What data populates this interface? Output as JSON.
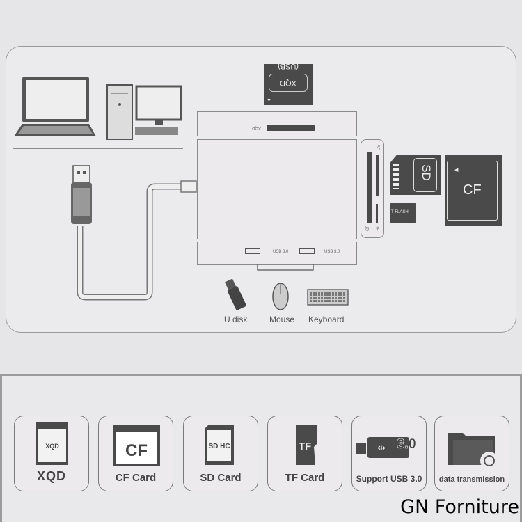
{
  "diagram": {
    "xqd_card_label": "XQD (USB)",
    "xqd_slot_label": "XQD",
    "usb_port_labels": [
      "USB 3.0",
      "USB 3.0"
    ],
    "side_slot_labels": {
      "sd": "SD",
      "tf": "TF",
      "cf": "CF"
    },
    "sd_card_label": "SD",
    "tf_card_label": "T-FLASH",
    "cf_card_label": "CF",
    "peripherals": [
      "U disk",
      "Mouse",
      "Keyboard"
    ]
  },
  "features": [
    {
      "icon_text": "XQD",
      "label": "XQD"
    },
    {
      "icon_text": "CF",
      "label": "CF Card"
    },
    {
      "icon_text": "SD HC",
      "label": "SD Card"
    },
    {
      "icon_text": "TF",
      "label": "TF Card"
    },
    {
      "icon_text": "3.0",
      "label": "Support USB 3.0"
    },
    {
      "icon_text": "",
      "label": "data transmission"
    }
  ],
  "watermark": "GN Forniture",
  "colors": {
    "dark": "#4a4a4a",
    "outline": "#8a8a8a",
    "background": "#e6e5e8"
  }
}
